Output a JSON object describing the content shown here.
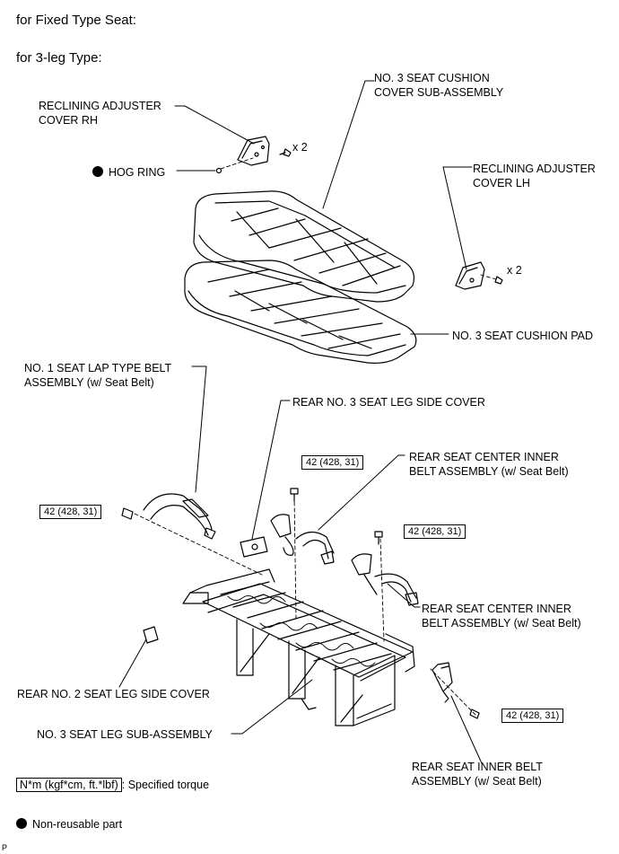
{
  "headers": {
    "fixed_type": "for Fixed Type Seat:",
    "three_leg": "for 3-leg Type:"
  },
  "labels": {
    "reclining_rh": [
      "RECLINING ADJUSTER",
      "COVER RH"
    ],
    "cushion_cover": [
      "NO. 3 SEAT CUSHION",
      "COVER SUB-ASSEMBLY"
    ],
    "hog_ring": "HOG RING",
    "reclining_lh": [
      "RECLINING ADJUSTER",
      "COVER LH"
    ],
    "cushion_pad": "NO. 3 SEAT CUSHION PAD",
    "lap_belt": [
      "NO. 1 SEAT LAP TYPE BELT",
      "ASSEMBLY (w/ Seat Belt)"
    ],
    "leg_side_cover_3": "REAR NO. 3 SEAT LEG SIDE COVER",
    "center_inner_belt_1": [
      "REAR SEAT CENTER INNER",
      "BELT ASSEMBLY (w/ Seat Belt)"
    ],
    "center_inner_belt_2": [
      "REAR SEAT CENTER INNER",
      "BELT ASSEMBLY (w/ Seat Belt)"
    ],
    "leg_side_cover_2": "REAR NO. 2 SEAT LEG SIDE COVER",
    "leg_sub_assembly": "NO. 3 SEAT LEG SUB-ASSEMBLY",
    "inner_belt": [
      "REAR SEAT INNER BELT",
      "ASSEMBLY (w/ Seat Belt)"
    ]
  },
  "quantities": {
    "rh_screws": "x 2",
    "lh_screws": "x 2"
  },
  "torques": {
    "lap_belt_bolt": "42 (428, 31)",
    "center_bolt_1": "42 (428, 31)",
    "center_bolt_2": "42 (428, 31)",
    "inner_bolt": "42 (428, 31)"
  },
  "legend": {
    "torque_unit": "N*m (kgf*cm, ft.*lbf)",
    "torque_desc": ": Specified torque",
    "non_reusable": "Non-reusable part"
  },
  "corner_mark": "P"
}
